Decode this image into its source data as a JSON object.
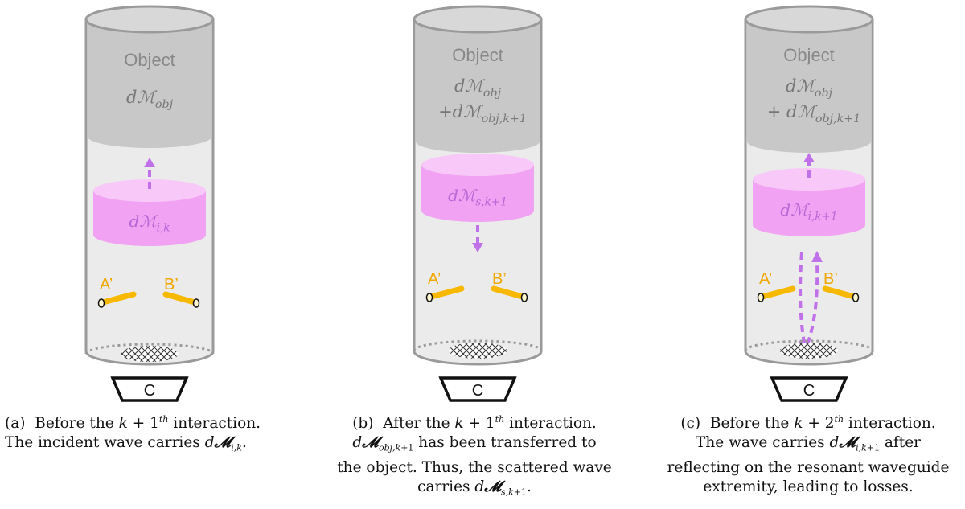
{
  "panels": [
    {
      "id": "a",
      "object_label": "Object",
      "object_eq": [
        "dℳ_obj"
      ],
      "wave_eq": "dℳ_i,k",
      "wave_direction": "up",
      "mirror_left": "A’",
      "mirror_right": "B’",
      "camera": "C",
      "caption": [
        "(a)  Before the k + 1th interaction.",
        "The incident wave carries d𝓜i,k."
      ]
    },
    {
      "id": "b",
      "object_label": "Object",
      "object_eq": [
        "dℳ_obj",
        "+dℳ_obj,k+1"
      ],
      "wave_eq": "dℳ_s,k+1",
      "wave_direction": "down",
      "mirror_left": "A’",
      "mirror_right": "B’",
      "camera": "C",
      "caption": [
        "(b)  After the k + 1th interaction.",
        "d𝓜obj,k+1 has been transferred to",
        "the object. Thus, the scattered wave",
        "carries d𝓜s,k+1."
      ]
    },
    {
      "id": "c",
      "object_label": "Object",
      "object_eq": [
        "dℳ_obj",
        "+ dℳ_obj,k+1"
      ],
      "wave_eq": "dℳ_i,k+1",
      "wave_direction": "up-reflect",
      "mirror_left": "A’",
      "mirror_right": "B’",
      "camera": "C",
      "caption": [
        "(c)  Before the k + 2th interaction.",
        "The wave carries d𝓜i,k+1 after",
        "reflecting on the resonant waveguide",
        "extremity, leading to losses."
      ]
    }
  ],
  "colors": {
    "tube_stroke": "#9a9a9a",
    "tube_fill": "#ebebeb",
    "object_fill": "#c8c8c8",
    "object_text": "#888888",
    "wave_fill": "#f2a2f2",
    "wave_top": "#f8c9f8",
    "wave_text": "#b867d6",
    "arrow": "#c070e8",
    "mirror": "#f7b800",
    "mirror_label": "#f0a800"
  }
}
